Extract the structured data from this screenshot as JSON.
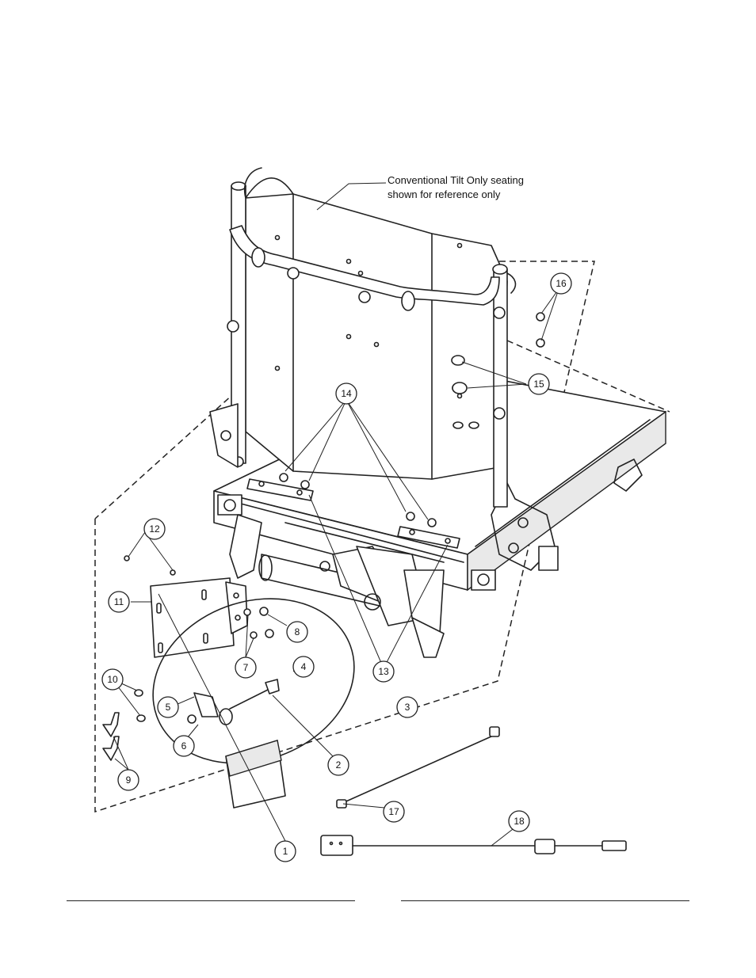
{
  "note": {
    "line1": "Conventional Tilt Only seating",
    "line2": "shown for reference only"
  },
  "callouts": [
    "1",
    "2",
    "3",
    "4",
    "5",
    "6",
    "7",
    "8",
    "9",
    "10",
    "11",
    "12",
    "13",
    "14",
    "15",
    "16",
    "17",
    "18"
  ]
}
